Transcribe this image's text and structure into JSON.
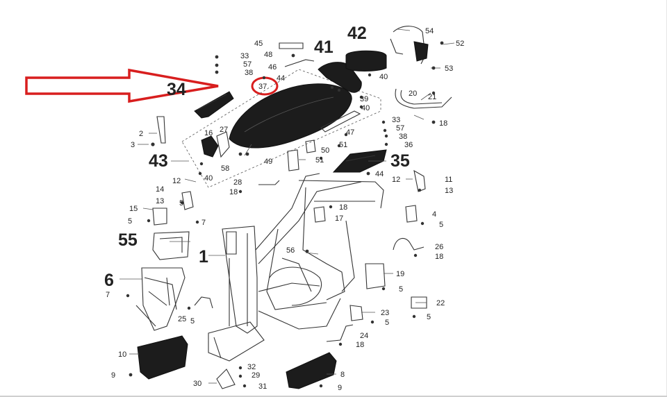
{
  "colors": {
    "ink": "#222222",
    "highlight": "#d81e1e",
    "background": "#ffffff"
  },
  "callouts": {
    "c1": "1",
    "c2": "2",
    "c3": "3",
    "c4": "4",
    "c5a": "5",
    "c5b": "5",
    "c5c": "5",
    "c5d": "5",
    "c5e": "5",
    "c5f": "5",
    "c5g": "5",
    "c6": "6",
    "c7a": "7",
    "c7b": "7",
    "c8": "8",
    "c9a": "9",
    "c9b": "9",
    "c10": "10",
    "c11": "11",
    "c12a": "12",
    "c12b": "12",
    "c13a": "13",
    "c13b": "13",
    "c14": "14",
    "c15": "15",
    "c16": "16",
    "c17": "17",
    "c18a": "18",
    "c18b": "18",
    "c18c": "18",
    "c18d": "18",
    "c18e": "18",
    "c19": "19",
    "c20": "20",
    "c21": "21",
    "c22": "22",
    "c23": "23",
    "c24": "24",
    "c25": "25",
    "c26": "26",
    "c27": "27",
    "c28": "28",
    "c29": "29",
    "c30": "30",
    "c31": "31",
    "c32": "32",
    "c33a": "33",
    "c33b": "33",
    "c34": "34",
    "c35": "35",
    "c36": "36",
    "c37": "37",
    "c38a": "38",
    "c38b": "38",
    "c39": "39",
    "c40a": "40",
    "c40b": "40",
    "c40c": "40",
    "c41": "41",
    "c42": "42",
    "c43": "43",
    "c44a": "44",
    "c44b": "44",
    "c45": "45",
    "c46": "46",
    "c47": "47",
    "c48": "48",
    "c49": "49",
    "c50": "50",
    "c51a": "51",
    "c51b": "51",
    "c52": "52",
    "c53": "53",
    "c54": "54",
    "c55": "55",
    "c56": "56",
    "c57a": "57",
    "c57b": "57",
    "c58": "58"
  }
}
